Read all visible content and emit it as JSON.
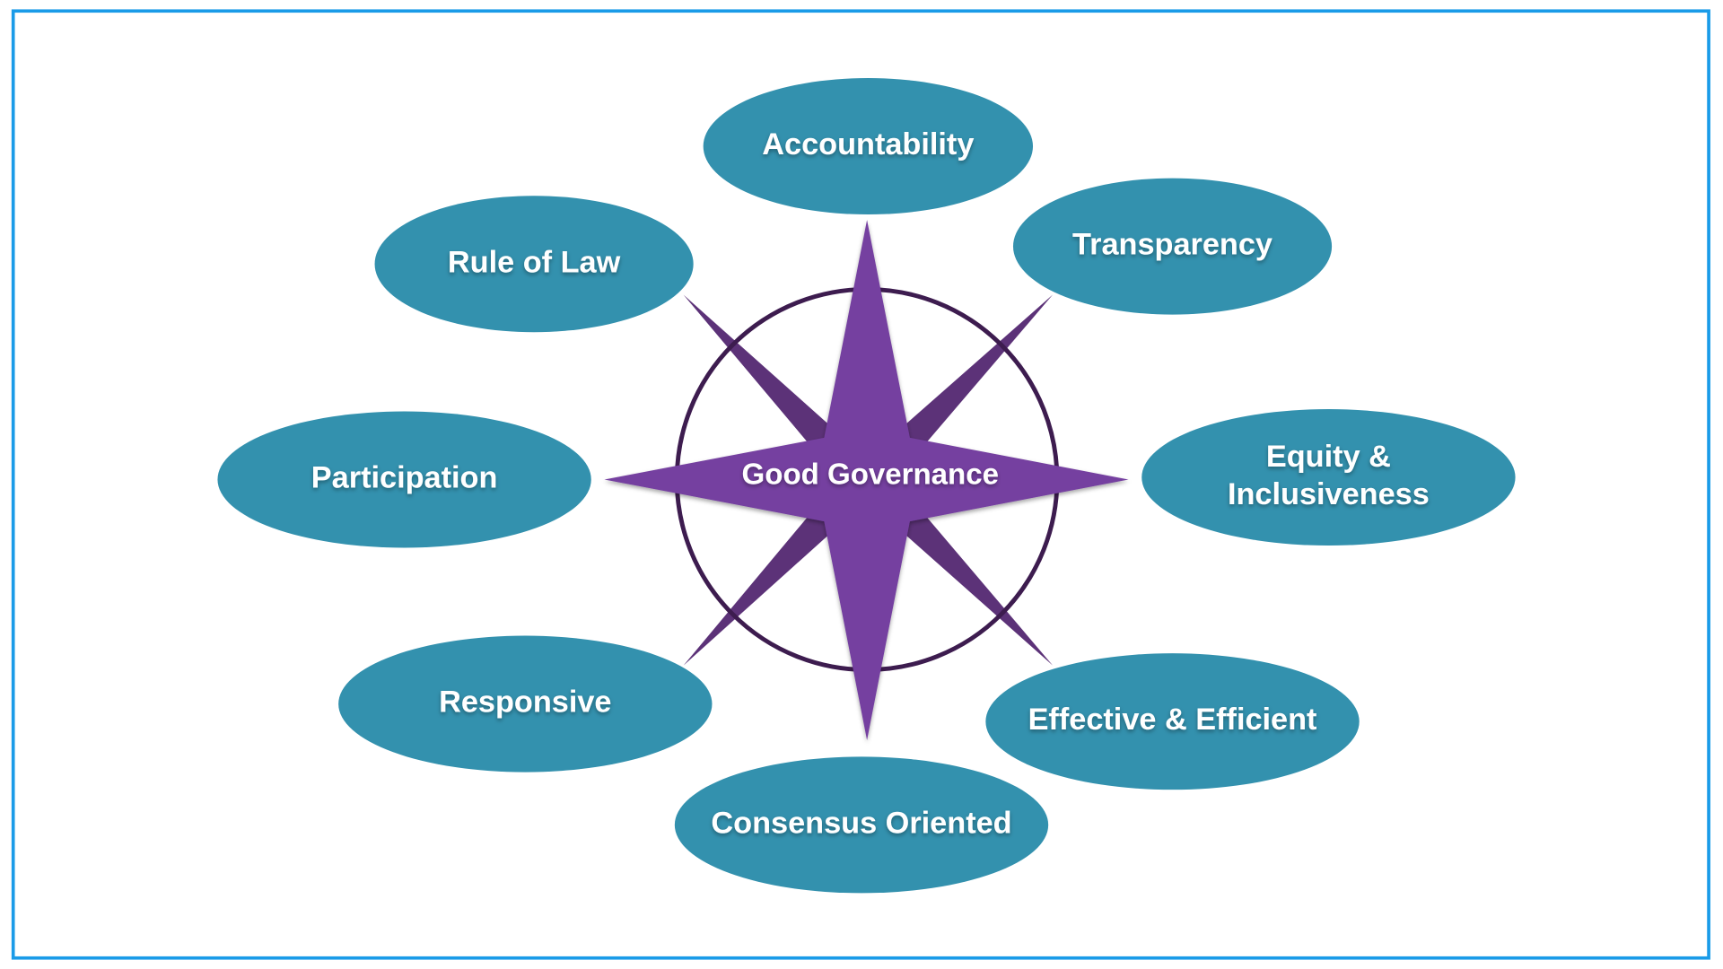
{
  "title": "Good Governance",
  "colors": {
    "border": "#1a9be8",
    "ellipse": "#3391ae",
    "star_main": "#7540a0",
    "star_diag": "#5c3278",
    "ring": "#3d1c4f"
  },
  "nodes": [
    {
      "id": "accountability",
      "lines": [
        "Accountability"
      ]
    },
    {
      "id": "transparency",
      "lines": [
        "Transparency"
      ]
    },
    {
      "id": "rule-of-law",
      "lines": [
        "Rule of Law"
      ]
    },
    {
      "id": "participation",
      "lines": [
        "Participation"
      ]
    },
    {
      "id": "equity",
      "lines": [
        "Equity &",
        "Inclusiveness"
      ]
    },
    {
      "id": "responsive",
      "lines": [
        "Responsive"
      ]
    },
    {
      "id": "effective",
      "lines": [
        "Effective & Efficient"
      ]
    },
    {
      "id": "consensus",
      "lines": [
        "Consensus Oriented"
      ]
    }
  ]
}
